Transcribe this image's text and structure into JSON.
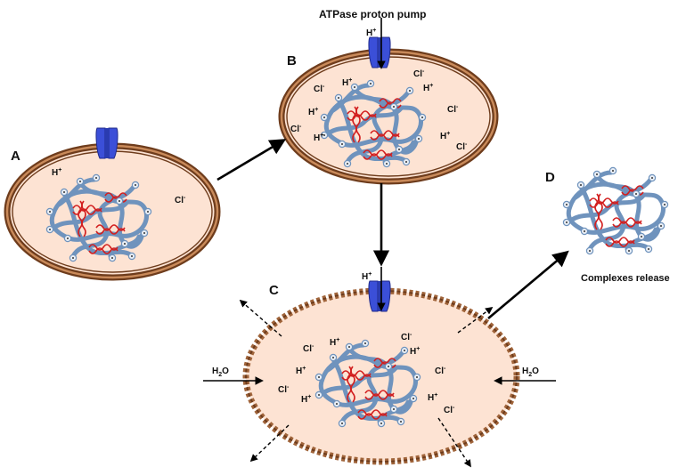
{
  "labels": {
    "a": "A",
    "b": "B",
    "c": "C",
    "d": "D",
    "pump": "ATPase proton pump",
    "release": "Complexes release"
  },
  "ions": {
    "h": "H",
    "h_charge": "+",
    "cl": "Cl",
    "cl_charge": "-",
    "water": "H",
    "water_sub": "2",
    "water_end": "O"
  },
  "colors": {
    "cytoplasm": "#fde3d3",
    "membrane": "#a0643a",
    "membrane_dark": "#6e3c1c",
    "pump": "#3b4fd8",
    "polymer": "#6f93bd",
    "nucleic_acid": "#d21e1e",
    "arrow": "#000000"
  }
}
